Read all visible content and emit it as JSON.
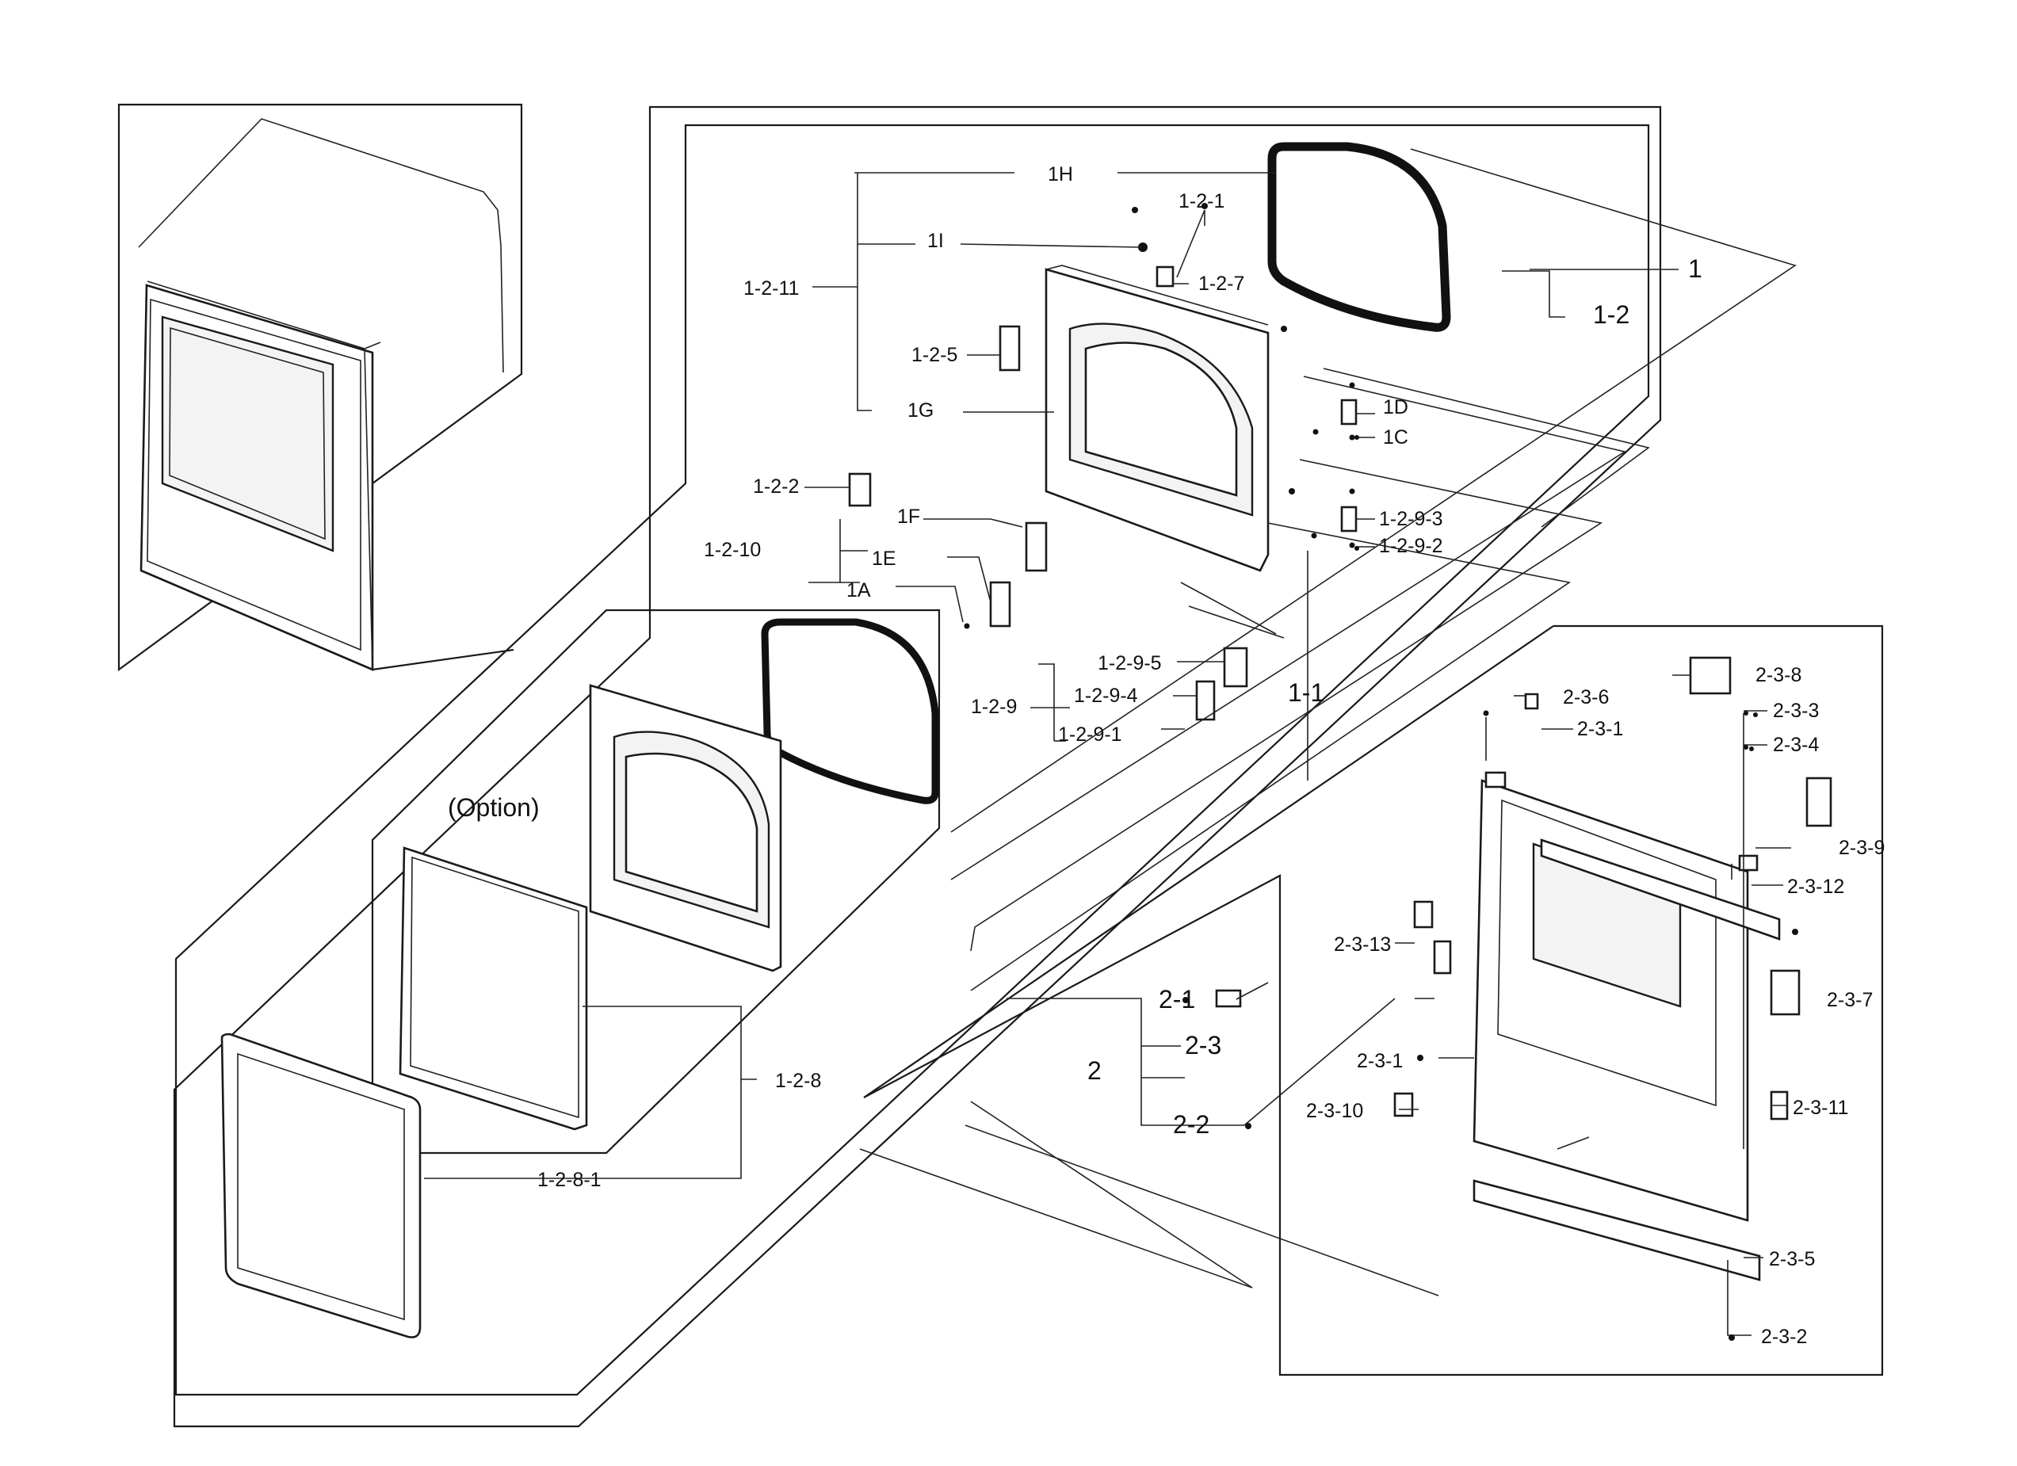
{
  "labels": {
    "l_1H": "1H",
    "l_1_2_1": "1-2-1",
    "l_1I": "1I",
    "l_1_2_7": "1-2-7",
    "l_1_2_11": "1-2-11",
    "l_1_2_5": "1-2-5",
    "l_1G": "1G",
    "l_1_2_2": "1-2-2",
    "l_1F": "1F",
    "l_1_2_10": "1-2-10",
    "l_1E": "1E",
    "l_1A": "1A",
    "l_1": "1",
    "l_1_2": "1-2",
    "l_1D": "1D",
    "l_1C": "1C",
    "l_1_2_9_3": "1-2-9-3",
    "l_1_2_9_2": "1-2-9-2",
    "l_1_2_9_5": "1-2-9-5",
    "l_1_2_9": "1-2-9",
    "l_1_2_9_4": "1-2-9-4",
    "l_1_2_9_1": "1-2-9-1",
    "l_1_1": "1-1",
    "l_option": "(Option)",
    "l_1_2_8": "1-2-8",
    "l_1_2_8_1": "1-2-8-1",
    "l_2_3_8": "2-3-8",
    "l_2_3_6": "2-3-6",
    "l_2_3_1_top": "2-3-1",
    "l_2_3_3": "2-3-3",
    "l_2_3_4": "2-3-4",
    "l_2_3_9": "2-3-9",
    "l_2_3_12": "2-3-12",
    "l_2_3_13": "2-3-13",
    "l_2_3_7": "2-3-7",
    "l_2_1": "2-1",
    "l_2_3": "2-3",
    "l_2": "2",
    "l_2_3_1_bot": "2-3-1",
    "l_2_3_10": "2-3-10",
    "l_2_3_11": "2-3-11",
    "l_2_2": "2-2",
    "l_2_3_5": "2-3-5",
    "l_2_3_2": "2-3-2"
  }
}
